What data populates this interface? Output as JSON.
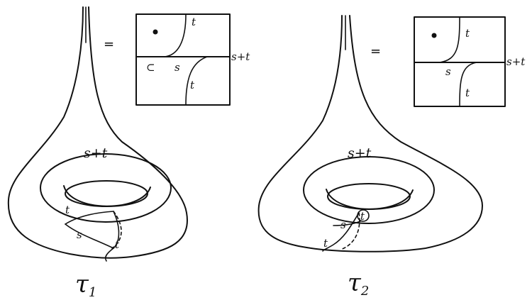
{
  "equals_sign": "=",
  "left": {
    "name_main": "τ",
    "name_sub": "1",
    "ring_label": "s+t",
    "meridian_labels": {
      "top": "t",
      "middle": "s",
      "bottom": "t"
    },
    "square": {
      "right_label": "s+t",
      "top_arc_label": "t",
      "middle_label": "s",
      "bottom_arc_label": "t"
    }
  },
  "right": {
    "name_main": "τ",
    "name_sub": "2",
    "ring_label": "s+t",
    "meridian_labels": {
      "top": "t",
      "middle": "s",
      "bottom": "t"
    },
    "square": {
      "right_label": "s+t",
      "top_arc_label": "t",
      "middle_label": "s",
      "bottom_arc_label": "t"
    }
  }
}
